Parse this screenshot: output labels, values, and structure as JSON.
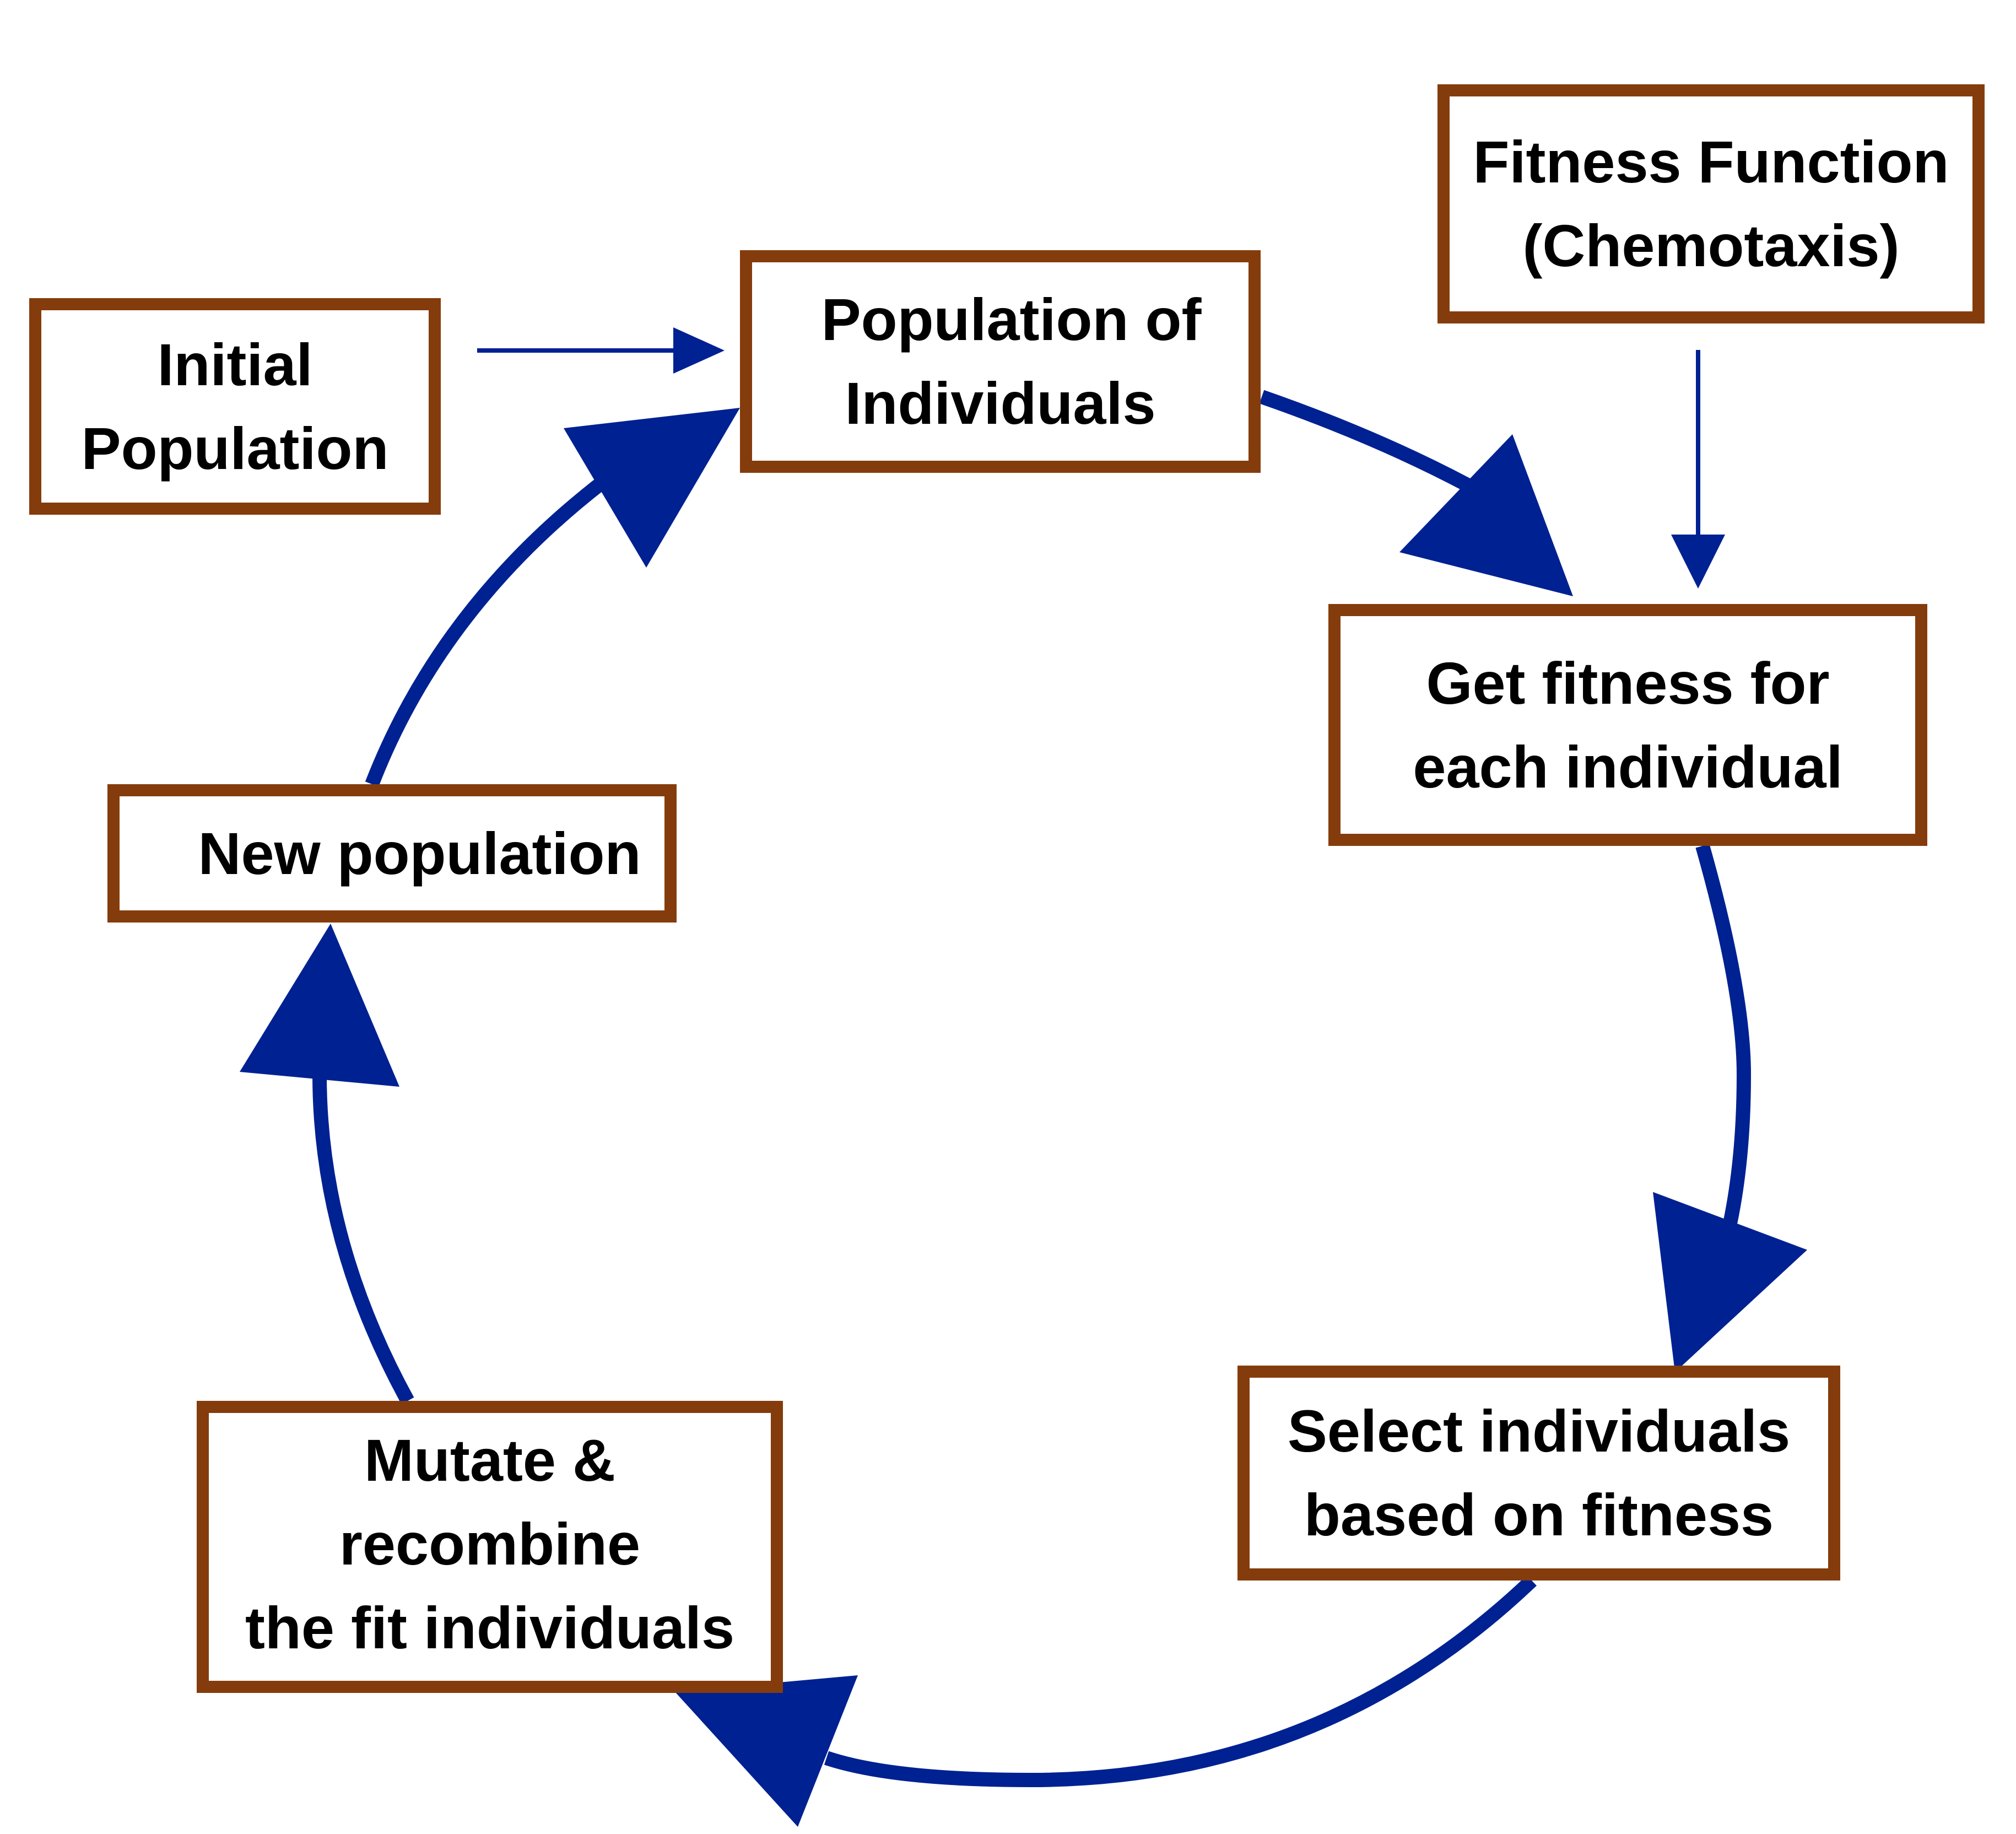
{
  "colors": {
    "box_border": "#843c0c",
    "arrow": "#002192",
    "text": "#000000",
    "background": "#ffffff"
  },
  "boxes": {
    "initial_population": {
      "line1": "Initial",
      "line2": "Population"
    },
    "population_of_individuals": {
      "line1": "Population of",
      "line2": "Individuals"
    },
    "fitness_function": {
      "line1": "Fitness Function",
      "line2": "(Chemotaxis)"
    },
    "get_fitness": {
      "line1": "Get fitness for",
      "line2": "each individual"
    },
    "select_individuals": {
      "line1": "Select individuals",
      "line2": "based on fitness"
    },
    "mutate_recombine": {
      "line1": "Mutate &",
      "line2": "recombine",
      "line3": "the fit individuals"
    },
    "new_population": {
      "line1": "New population"
    }
  }
}
